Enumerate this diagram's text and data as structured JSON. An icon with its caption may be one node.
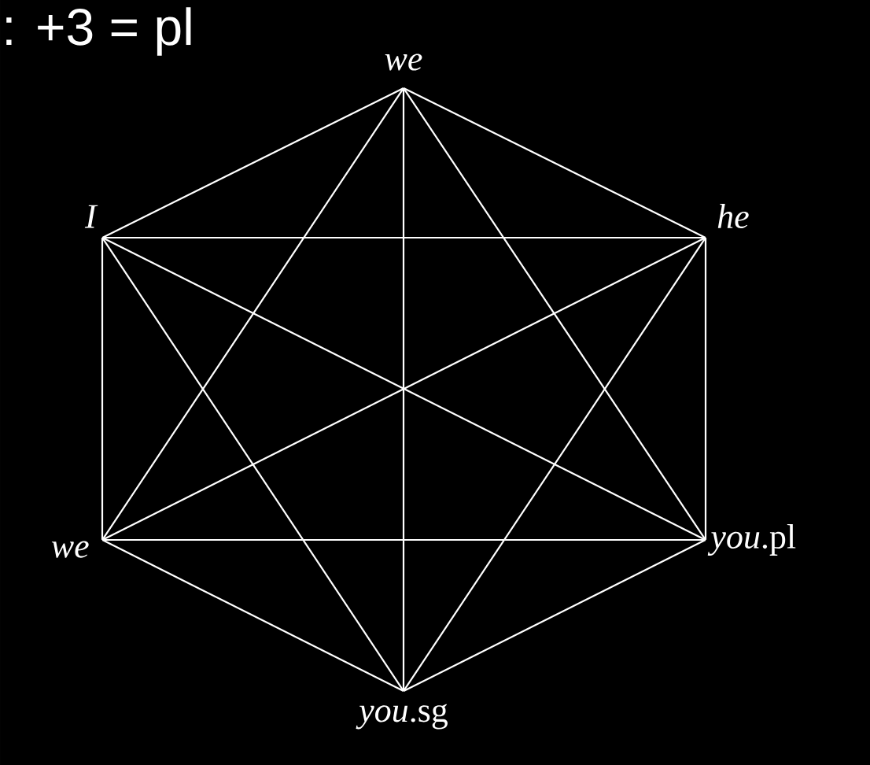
{
  "diagram": {
    "nodes": [
      {
        "text": [
          "we"
        ]
      },
      {
        "text": [
          "I"
        ]
      },
      {
        "text": [
          "he"
        ]
      },
      {
        "text": [
          "we"
        ]
      },
      {
        "text": [
          "*you*.pl"
        ]
      },
      {
        "text": [
          "*you*.sg"
        ]
      }
    ],
    "edges": [
      {
        "from": 0,
        "to": 1,
        "arrow": "none"
      },
      {
        "from": 0,
        "to": 2,
        "arrow": "none"
      },
      {
        "from": 0,
        "to": 3,
        "arrow": "none"
      },
      {
        "from": 0,
        "to": 4,
        "arrow": "none"
      },
      {
        "from": 0,
        "to": 5,
        "arrow": "none"
      },
      {
        "from": 1,
        "to": 2,
        "arrow": "none"
      },
      {
        "from": 1,
        "to": 3,
        "arrow": "none"
      },
      {
        "from": 1,
        "to": 4,
        "arrow": "none"
      },
      {
        "from": 1,
        "to": 5,
        "arrow": "none"
      },
      {
        "from": 2,
        "to": 3,
        "arrow": "none"
      },
      {
        "from": 2,
        "to": 4,
        "arrow": "none"
      },
      {
        "from": 2,
        "to": 5,
        "arrow": "none"
      },
      {
        "from": 3,
        "to": 4,
        "arrow": "none"
      },
      {
        "from": 3,
        "to": 5,
        "arrow": "none"
      },
      {
        "from": 4,
        "to": 5,
        "arrow": "none"
      }
    ],
    "labels": [
      ": +3 = pl"
    ]
  }
}
